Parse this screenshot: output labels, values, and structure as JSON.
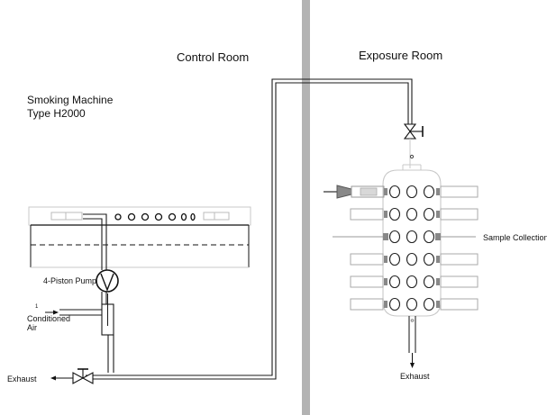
{
  "labels": {
    "control_room": "Control Room",
    "exposure_room": "Exposure Room",
    "machine_line1": "Smoking Machine",
    "machine_line2": "Type H2000",
    "pump": "4-Piston Pump",
    "air_marker": "1",
    "conditioned": "Conditioned",
    "air": "Air",
    "exhaust_left": "Exhaust",
    "sample_collection": "Sample Collection",
    "exhaust_right": "Exhaust"
  },
  "colors": {
    "wall": "#b3b3b3",
    "line": "#1a1a1a",
    "faint": "#c8c8c8",
    "port_cap": "#888888"
  }
}
